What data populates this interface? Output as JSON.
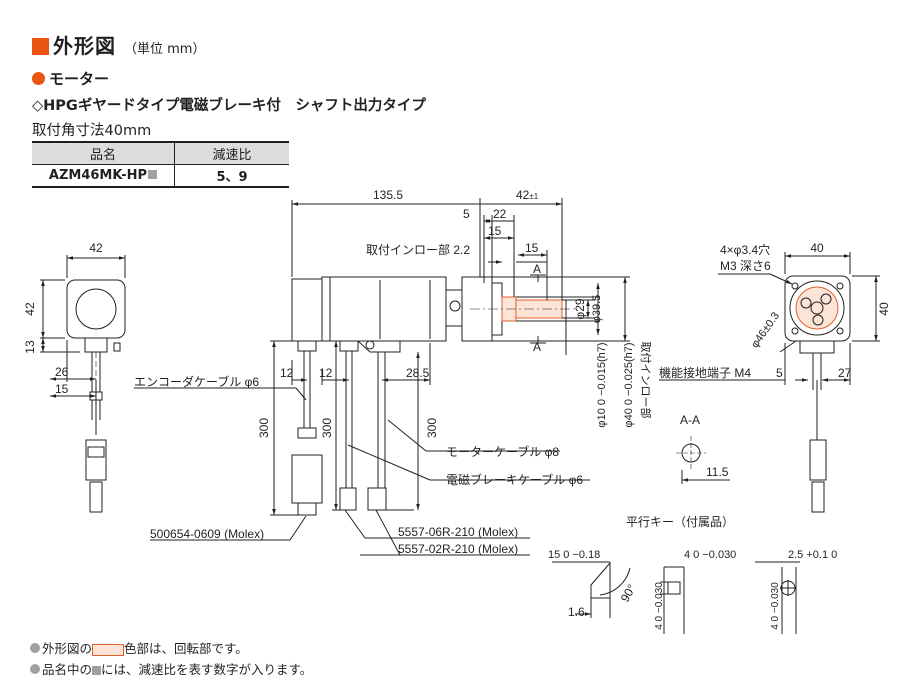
{
  "header": {
    "title": "外形図",
    "unit_note": "（単位 mm）",
    "section": "モーター",
    "product_type": "◇HPGギヤードタイプ電磁ブレーキ付　シャフト出力タイプ",
    "frame_size": "取付角寸法40mm"
  },
  "spec_table": {
    "col_name": "品名",
    "col_ratio": "減速比",
    "model": "AZM46MK-HP",
    "ratios": "5、9"
  },
  "front_view": {
    "width": "42",
    "height": "42",
    "bump": "13",
    "cable_off1": "26",
    "cable_off2": "15"
  },
  "side_view": {
    "total_length": "135.5",
    "dim_42": "42",
    "dim_42_tol": "±1",
    "dim_5": "5",
    "dim_22": "22",
    "dim_15a": "15",
    "pilot_label": "取付インロー部 2.2",
    "dim_15b": "15",
    "section_a": "A",
    "shaft_dia": "φ29",
    "flange_dia": "φ39.5",
    "cable_12a": "12",
    "cable_12b": "12",
    "dim_28_5": "28.5",
    "len_300a": "300",
    "len_300b": "300",
    "len_300c": "300",
    "shaft_h7": "φ10 0 −0.015(h7)",
    "pilot_h7": "φ40 0 −0.025(h7)",
    "pilot_vertical": "取付インロー部",
    "encoder_cable": "エンコーダケーブル φ6",
    "motor_cable": "モーターケーブル φ8",
    "brake_cable": "電磁ブレーキケーブル φ6",
    "conn1": "500654-0609 (Molex)",
    "conn2": "5557-06R-210 (Molex)",
    "conn3": "5557-02R-210 (Molex)"
  },
  "flange_view": {
    "holes": "4×φ3.4穴",
    "thread": "M3 深さ6",
    "width": "40",
    "height": "40",
    "pcd": "φ46±0.3",
    "ground": "機能接地端子 M4",
    "dim_5": "5",
    "dim_27": "27"
  },
  "section_view": {
    "label": "A-A",
    "dim": "11.5"
  },
  "key": {
    "title": "平行キー（付属品）",
    "len": "15 0 −0.18",
    "width": "4 0 −0.030",
    "depth": "2.5 +0.1 0",
    "chamfer": "1.6",
    "angle": "90°",
    "h1": "4 0 −0.030",
    "h2": "4 0 −0.030"
  },
  "notes": {
    "n1_pre": "外形図の",
    "n1_post": "色部は、回転部です。",
    "n2_pre": "品名中の",
    "n2_post": "には、減速比を表す数字が入ります。"
  },
  "colors": {
    "accent": "#ea5514",
    "rotating": "#fce4d6",
    "body": "#ffffff"
  }
}
